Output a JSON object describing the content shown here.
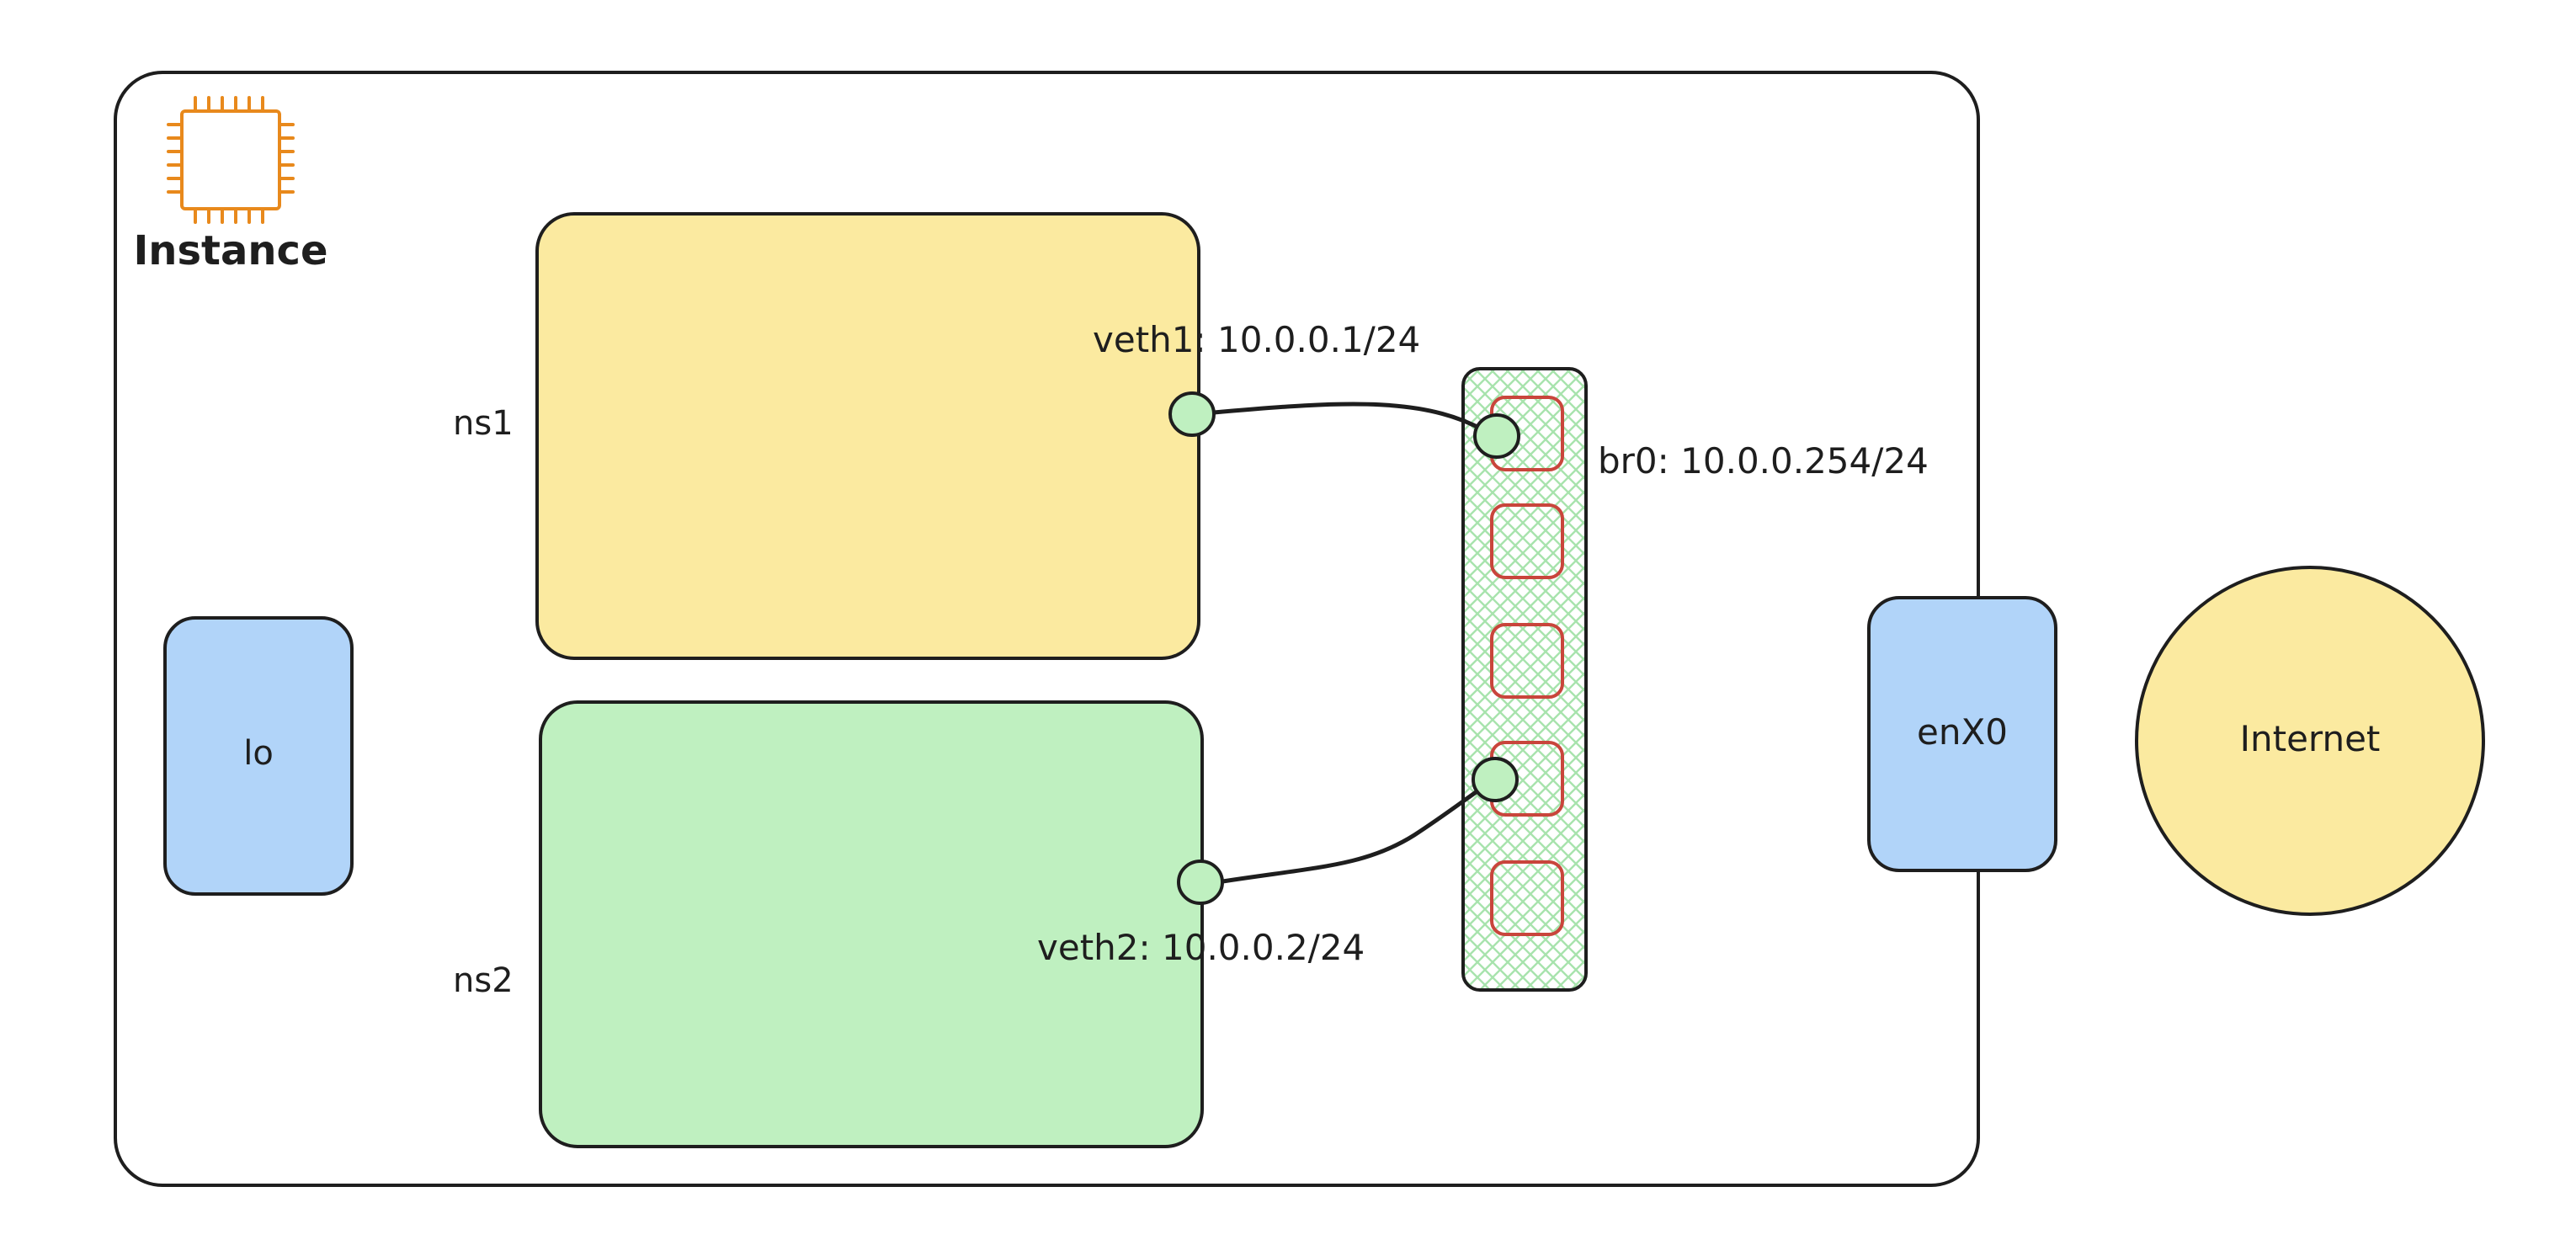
{
  "instance": {
    "label": "Instance",
    "icon": "ec2-instance-chip-icon",
    "icon_color": "#e8891c"
  },
  "namespaces": [
    {
      "label": "ns1",
      "fill": "#fbeaa0"
    },
    {
      "label": "ns2",
      "fill": "#bff0c0"
    }
  ],
  "interfaces": {
    "veth1": "veth1: 10.0.0.1/24",
    "veth2": "veth2: 10.0.0.2/24",
    "bridge": "br0: 10.0.0.254/24",
    "loopback": "lo",
    "external": "enX0"
  },
  "internet": {
    "label": "Internet"
  },
  "colors": {
    "stroke": "#1e1e1e",
    "interface_blue": "#b1d4f9",
    "internet_yellow": "#fbeaa0",
    "bridge_hatch": "#a8e3ad",
    "bridge_port_red": "#c9453c",
    "endpoint_green": "#bff0c0"
  }
}
